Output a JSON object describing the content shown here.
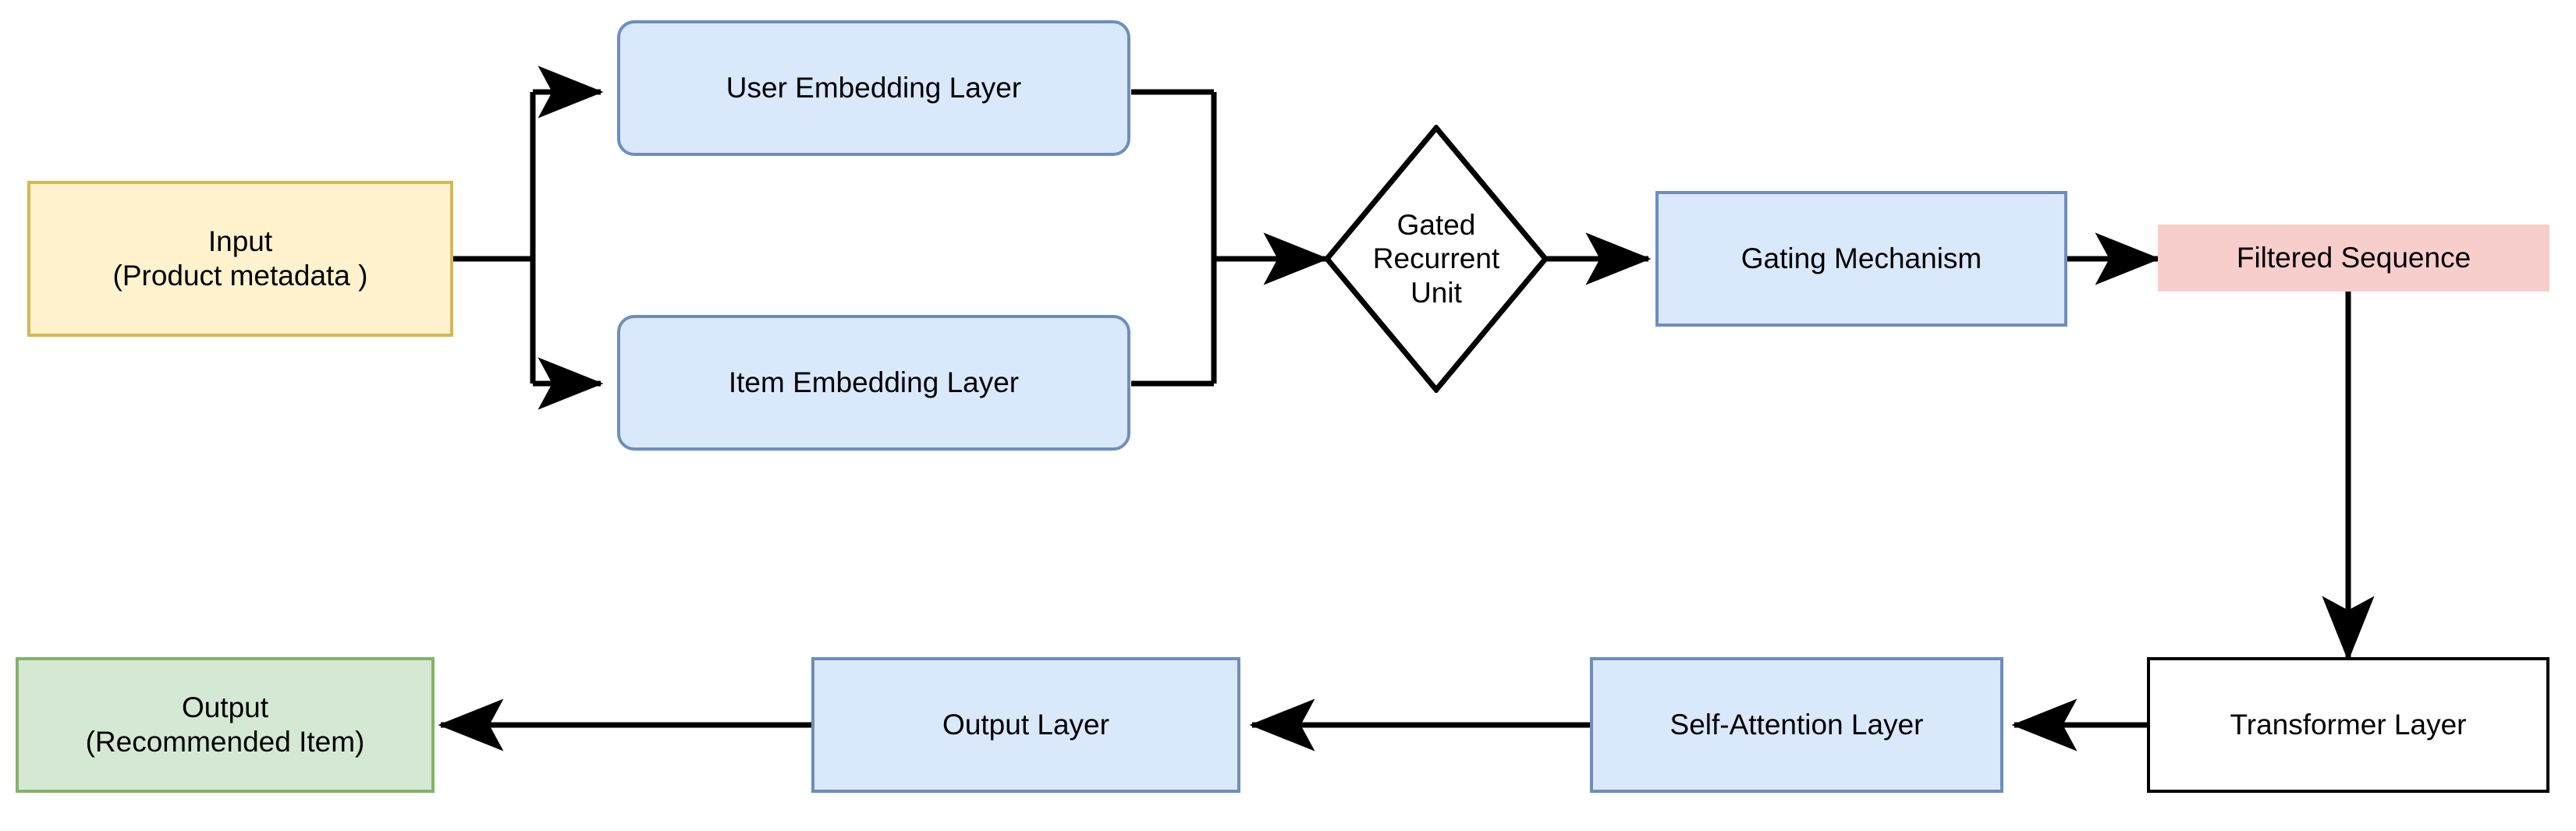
{
  "diagram": {
    "title": "Recommendation model architecture flowchart",
    "background": "#ffffff",
    "edge_color": "#000000"
  },
  "palette": {
    "blue_fill": "#dae8fc",
    "blue_stroke": "#6c8ebf",
    "yellow_fill": "#fff2cc",
    "yellow_stroke": "#d6b656",
    "green_fill": "#d5e8d4",
    "green_stroke": "#82b366",
    "pink_fill": "#f8cecc",
    "white_fill": "#ffffff",
    "black_stroke": "#000000"
  },
  "nodes": {
    "input": {
      "line1": "Input",
      "line2": "(Product metadata )",
      "shape": "rectangle",
      "fill": "#fff2cc",
      "stroke": "#d6b656"
    },
    "user_embedding": {
      "label": "User Embedding Layer",
      "shape": "rounded-rectangle",
      "fill": "#dae8fc",
      "stroke": "#6c8ebf"
    },
    "item_embedding": {
      "label": "Item Embedding Layer",
      "shape": "rounded-rectangle",
      "fill": "#dae8fc",
      "stroke": "#6c8ebf"
    },
    "gru": {
      "line1": "Gated",
      "line2": "Recurrent",
      "line3": "Unit",
      "shape": "diamond",
      "fill": "#ffffff",
      "stroke": "#000000"
    },
    "gating_mechanism": {
      "label": "Gating Mechanism",
      "shape": "rectangle",
      "fill": "#dae8fc",
      "stroke": "#6c8ebf"
    },
    "filtered_sequence": {
      "label": "Filtered Sequence",
      "shape": "rectangle",
      "fill": "#f8cecc",
      "stroke": "none"
    },
    "transformer_layer": {
      "label": "Transformer Layer",
      "shape": "rectangle",
      "fill": "#ffffff",
      "stroke": "#000000"
    },
    "self_attention_layer": {
      "label": "Self-Attention Layer",
      "shape": "rectangle",
      "fill": "#dae8fc",
      "stroke": "#6c8ebf"
    },
    "output_layer": {
      "label": "Output Layer",
      "shape": "rectangle",
      "fill": "#dae8fc",
      "stroke": "#6c8ebf"
    },
    "output": {
      "line1": "Output",
      "line2": "(Recommended Item)",
      "shape": "rectangle",
      "fill": "#d5e8d4",
      "stroke": "#82b366"
    }
  },
  "edges": [
    {
      "from": "input",
      "to": "user_embedding",
      "style": "orthogonal",
      "arrow": "end"
    },
    {
      "from": "input",
      "to": "item_embedding",
      "style": "orthogonal",
      "arrow": "end"
    },
    {
      "from": "user_embedding",
      "to": "gru",
      "style": "orthogonal",
      "arrow": "end"
    },
    {
      "from": "item_embedding",
      "to": "gru",
      "style": "orthogonal",
      "arrow": "end"
    },
    {
      "from": "gru",
      "to": "gating_mechanism",
      "style": "straight",
      "arrow": "end"
    },
    {
      "from": "gating_mechanism",
      "to": "filtered_sequence",
      "style": "straight",
      "arrow": "end"
    },
    {
      "from": "filtered_sequence",
      "to": "transformer_layer",
      "style": "straight",
      "arrow": "end"
    },
    {
      "from": "transformer_layer",
      "to": "self_attention_layer",
      "style": "straight",
      "arrow": "end"
    },
    {
      "from": "self_attention_layer",
      "to": "output_layer",
      "style": "straight",
      "arrow": "end"
    },
    {
      "from": "output_layer",
      "to": "output",
      "style": "straight",
      "arrow": "end"
    }
  ]
}
